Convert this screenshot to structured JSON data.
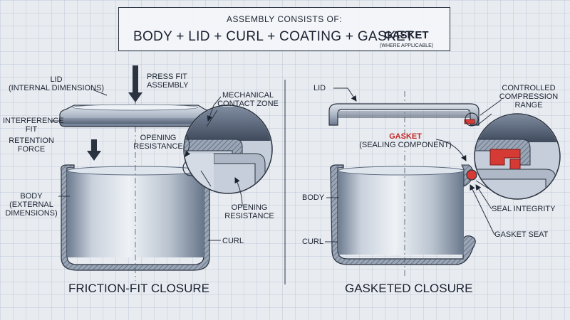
{
  "header": {
    "line1": "ASSEMBLY CONSISTS OF:",
    "line2": "BODY + LID + CURL + COATING + GASKET",
    "gasket": "GASKET",
    "where": "(WHERE APPLICABLE)"
  },
  "left": {
    "lid": "LID",
    "lid_sub": "(INTERNAL DIMENSIONS)",
    "press1": "PRESS FIT",
    "press2": "ASSEMBLY",
    "interf1": "INTERFERENCE",
    "interf2": "FIT",
    "ret1": "RETENTION",
    "ret2": "FORCE",
    "open1": "OPENING",
    "open2": "RESISTANCE",
    "mech1": "MECHANICAL",
    "mech2": "CONTACT ZONE",
    "open_b1": "OPENING",
    "open_b2": "RESISTANCE",
    "body1": "BODY",
    "body2": "(EXTERNAL",
    "body3": "DIMENSIONS)",
    "curl": "CURL",
    "title": "FRICTION-FIT CLOSURE"
  },
  "right": {
    "lid": "LID",
    "ctrl1": "CONTROLLED",
    "ctrl2": "COMPRESSION",
    "ctrl3": "RANGE",
    "gasket": "GASKET",
    "gasket_sub": "(SEALING COMPONENT)",
    "body": "BODY",
    "curl": "CURL",
    "seal": "SEAL INTEGRITY",
    "seat": "GASKET SEAT",
    "title": "GASKETED CLOSURE"
  },
  "colors": {
    "metal": "#aeb8c6",
    "metal_dark": "#5d6b80",
    "outline": "#2b3340",
    "gasket": "#d63a34",
    "background": "#e8ecf1"
  }
}
